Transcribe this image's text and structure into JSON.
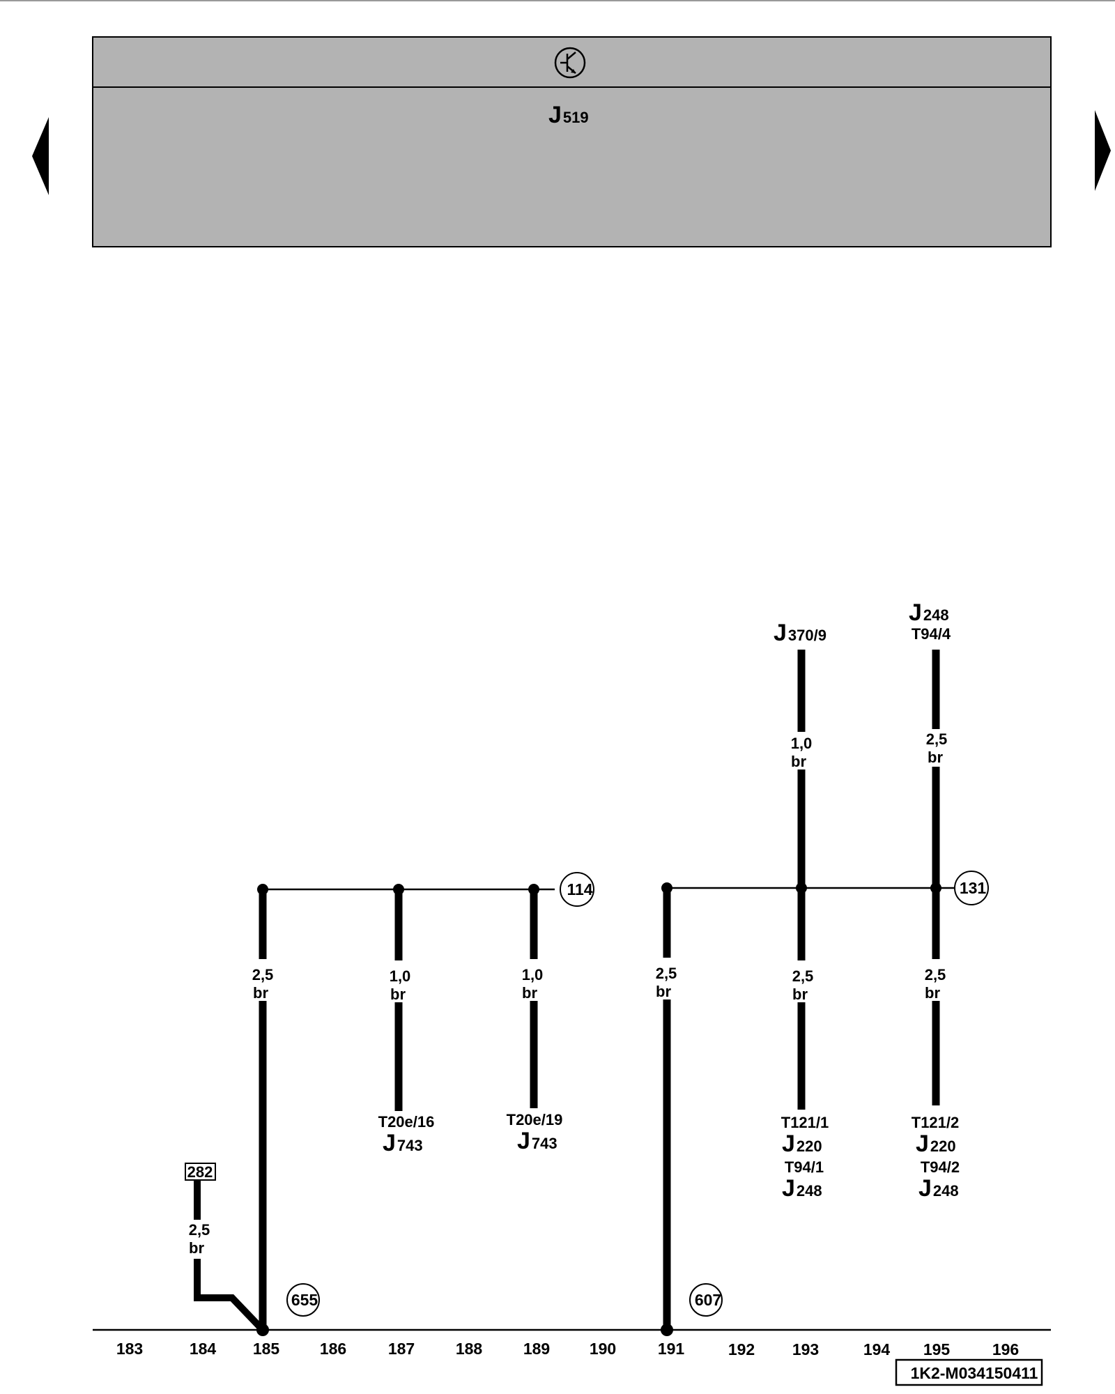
{
  "header": {
    "symbol": "transistor-symbol",
    "component": {
      "letter": "J",
      "number": "519"
    }
  },
  "navigation": {
    "prev": "previous-page-arrow",
    "next": "next-page-arrow"
  },
  "wires": {
    "w185": {
      "size": "2,5",
      "color": "br"
    },
    "w187": {
      "size": "1,0",
      "color": "br"
    },
    "w189": {
      "size": "1,0",
      "color": "br"
    },
    "w191": {
      "size": "2,5",
      "color": "br"
    },
    "w193_top": {
      "size": "1,0",
      "color": "br"
    },
    "w195_top": {
      "size": "2,5",
      "color": "br"
    },
    "w193_bot": {
      "size": "2,5",
      "color": "br"
    },
    "w195_bot": {
      "size": "2,5",
      "color": "br"
    },
    "w184": {
      "size": "2,5",
      "color": "br"
    }
  },
  "terminals": {
    "t187": {
      "pin": "T20e/16",
      "letter": "J",
      "number": "743"
    },
    "t189": {
      "pin": "T20e/19",
      "letter": "J",
      "number": "743"
    },
    "t193": {
      "pin1": "T121/1",
      "letter1": "J",
      "number1": "220",
      "pin2": "T94/1",
      "letter2": "J",
      "number2": "248"
    },
    "t195": {
      "pin1": "T121/2",
      "letter1": "J",
      "number1": "220",
      "pin2": "T94/2",
      "letter2": "J",
      "number2": "248"
    },
    "top193": {
      "letter": "J",
      "number": "370/9"
    },
    "top195": {
      "letter": "J",
      "number": "248",
      "pin": "T94/4"
    }
  },
  "references": {
    "c114": "114",
    "c131": "131",
    "c655": "655",
    "c607": "607",
    "box282": "282"
  },
  "columns": [
    "183",
    "184",
    "185",
    "186",
    "187",
    "188",
    "189",
    "190",
    "191",
    "192",
    "193",
    "194",
    "195",
    "196"
  ],
  "footer": {
    "code": "1K2-M034150411"
  }
}
